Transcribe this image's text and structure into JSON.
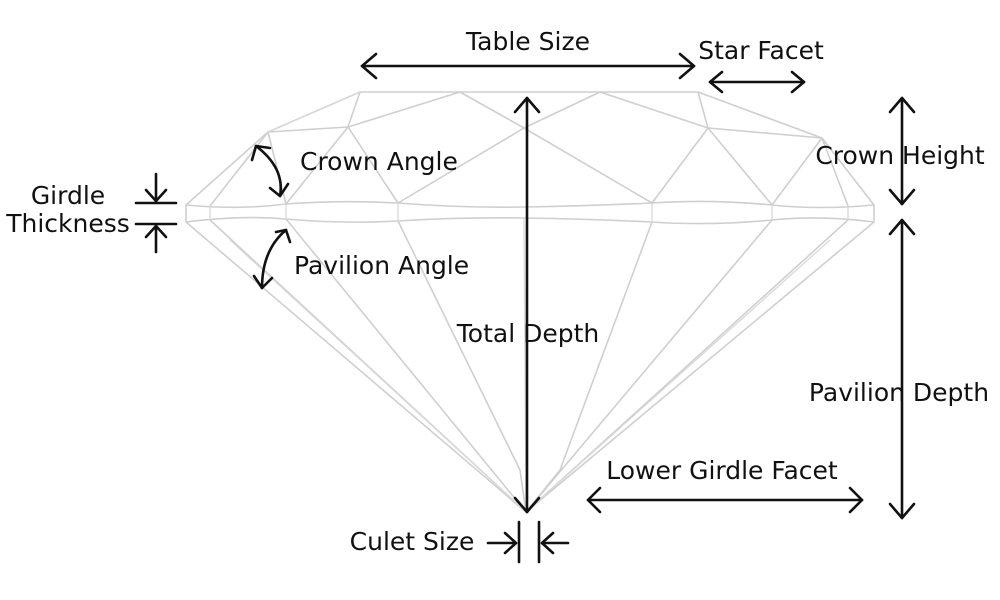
{
  "labels": {
    "table_size": "Table Size",
    "star_facet": "Star Facet",
    "crown_angle": "Crown Angle",
    "crown_height": "Crown Height",
    "girdle_thickness_line1": "Girdle",
    "girdle_thickness_line2": "Thickness",
    "pavilion_angle": "Pavilion Angle",
    "total_depth": "Total Depth",
    "pavilion_depth": "Pavilion Depth",
    "lower_girdle_facet": "Lower Girdle Facet",
    "culet_size": "Culet Size"
  },
  "colors": {
    "facet_lines": "#cfcfcf",
    "annotation": "#111111",
    "background": "#ffffff"
  }
}
